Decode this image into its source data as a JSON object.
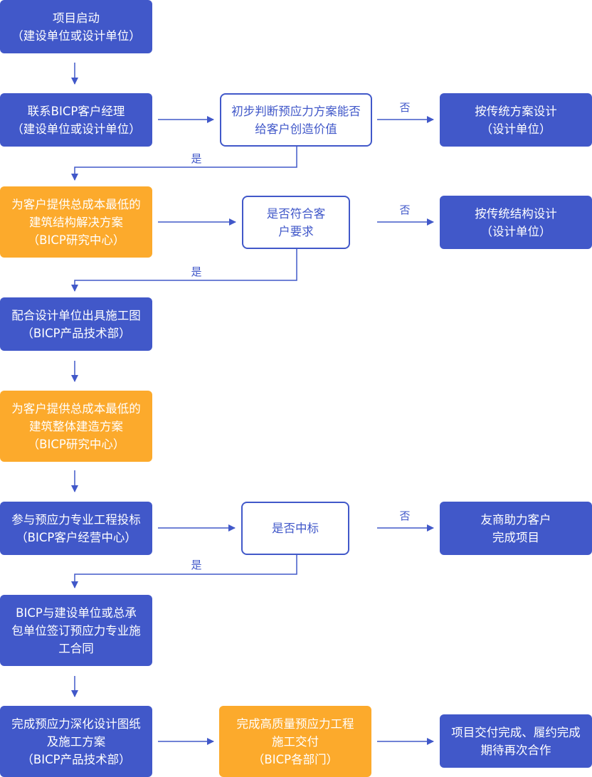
{
  "nodes": {
    "start": "项目启动\n（建设单位或设计单位）",
    "contact": "联系BICP客户经理\n（建设单位或设计单位）",
    "judge_value": "初步判断预应力方案能否\n给客户创造价值",
    "traditional_plan": "按传统方案设计\n（设计单位）",
    "lowest_cost_structure": "为客户提供总成本最低的\n建筑结构解决方案\n（BICP研究中心）",
    "meets_requirements": "是否符合客\n户要求",
    "traditional_structure": "按传统结构设计\n（设计单位）",
    "construction_drawings": "配合设计单位出具施工图\n（BICP产品技术部）",
    "lowest_cost_construction": "为客户提供总成本最低的\n建筑整体建造方案\n（BICP研究中心）",
    "bidding": "参与预应力专业工程投标\n（BICP客户经营中心）",
    "won_bid": "是否中标",
    "partner_assist": "友商助力客户\n完成项目",
    "sign_contract": "BICP与建设单位或总承\n包单位签订预应力专业施\n工合同",
    "deepen_design": "完成预应力深化设计图纸\n及施工方案\n（BICP产品技术部）",
    "quality_delivery": "完成高质量预应力工程\n施工交付\n（BICP各部门）",
    "project_delivery": "项目交付完成、履约完成\n期待再次合作"
  },
  "labels": {
    "yes": "是",
    "no": "否"
  },
  "colors": {
    "primary": "#4158c9",
    "accent": "#fcaa2c",
    "text_on_fill": "#ffffff"
  }
}
